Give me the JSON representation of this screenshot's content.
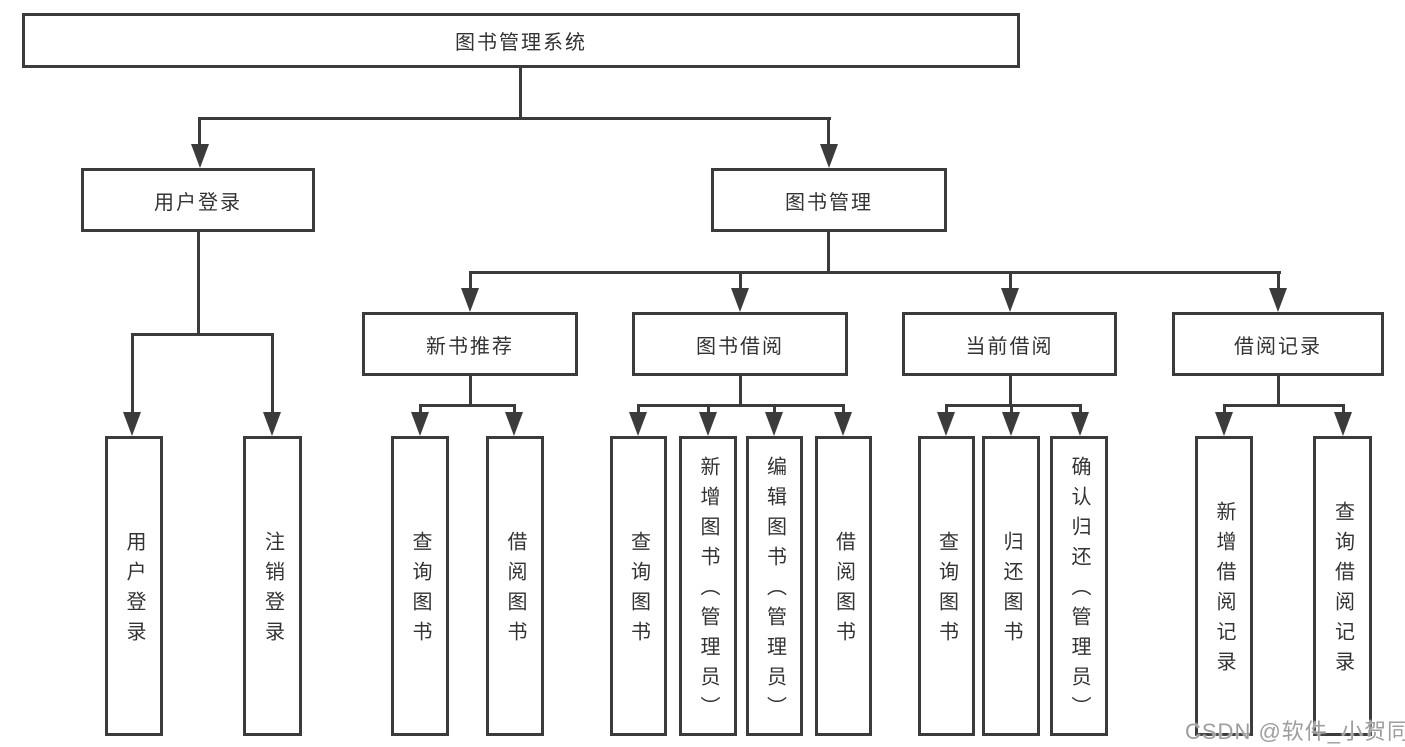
{
  "diagram": {
    "root": {
      "label": "图书管理系统"
    },
    "level2": {
      "user_login": {
        "label": "用户登录"
      },
      "book_management": {
        "label": "图书管理"
      }
    },
    "level3": {
      "new_book_recommend": {
        "label": "新书推荐"
      },
      "book_borrow": {
        "label": "图书借阅"
      },
      "current_borrow": {
        "label": "当前借阅"
      },
      "borrow_record": {
        "label": "借阅记录"
      }
    },
    "leaves": {
      "user_login": {
        "label": "用户登录"
      },
      "logout": {
        "label": "注销登录"
      },
      "recommend_query_books": {
        "label": "查询图书"
      },
      "recommend_borrow_books": {
        "label": "借阅图书"
      },
      "borrow_query_books": {
        "label": "查询图书"
      },
      "borrow_add_books_admin": {
        "label": "新增图书（管理员）"
      },
      "borrow_edit_books_admin": {
        "label": "编辑图书（管理员）"
      },
      "borrow_borrow_books": {
        "label": "借阅图书"
      },
      "current_query_books": {
        "label": "查询图书"
      },
      "current_return_books": {
        "label": "归还图书"
      },
      "current_confirm_return_admin": {
        "label": "确认归还（管理员）"
      },
      "record_add_borrow_record": {
        "label": "新增借阅记录"
      },
      "record_query_borrow_record": {
        "label": "查询借阅记录"
      }
    }
  },
  "watermark": {
    "text": "CSDN @软件_小贺同学"
  },
  "colors": {
    "line": "#3b3b3b",
    "text": "#333333",
    "background": "#ffffff",
    "watermark": "#9e9e9e"
  }
}
